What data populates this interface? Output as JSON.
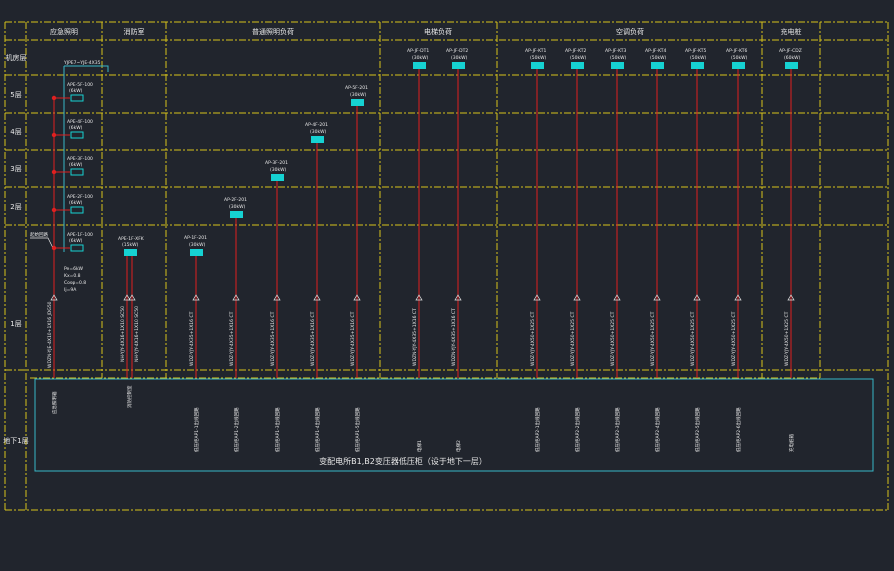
{
  "colors": {
    "background": "#21252d",
    "grid": "#d6c21a",
    "text": "#e8e8e8",
    "box": "#16d2d2",
    "line": "#e02020",
    "bus": "#37b6c8"
  },
  "columns": {
    "c1": "应急照明",
    "c2": "消防室",
    "c3": "普通照明负荷",
    "c4": "电梯负荷",
    "c5": "空调负荷",
    "c6": "充电桩"
  },
  "floors": {
    "roof": "机房层",
    "f5": "5层",
    "f4": "4层",
    "f3": "3层",
    "f2": "2层",
    "f1": "1层",
    "b1": "地下1层"
  },
  "emergency": {
    "top_label": "YJPE7~YJE-4X35",
    "start_label": "起始回路",
    "panels": [
      {
        "name": "APE-5F-100",
        "load": "(6kW)"
      },
      {
        "name": "APE-4F-100",
        "load": "(6kW)"
      },
      {
        "name": "APE-3F-100",
        "load": "(6kW)"
      },
      {
        "name": "APE-2F-100",
        "load": "(6kW)"
      },
      {
        "name": "APE-1F-100",
        "load": "(6kW)"
      }
    ],
    "params": [
      "Pe=6kW",
      "Kx=0.8",
      "Cosφ=0.8",
      "Ij=9A"
    ],
    "cable": "WDZN-YJE-4X10+1X16 JDG50",
    "end": "应急照明箱"
  },
  "fire": {
    "panel": "APE-1F-XFK",
    "load": "(15kW)",
    "cables": [
      "NH-YJY-4X16+1X10 SC50",
      "NH-YJY-4X16+1X10 SC50"
    ],
    "end": "消防控制室"
  },
  "lighting": [
    {
      "name": "AP-1F-201",
      "load": "(30kW)",
      "cable": "WDZ-YJY-4X35+1X16 CT",
      "end": "低压柜AP1-1出线回路"
    },
    {
      "name": "AP-2F-201",
      "load": "(30kW)",
      "cable": "WDZ-YJY-4X35+1X16 CT",
      "end": "低压柜AP1-2出线回路"
    },
    {
      "name": "AP-3F-201",
      "load": "(30kW)",
      "cable": "WDZ-YJY-4X35+1X16 CT",
      "end": "低压柜AP1-3出线回路"
    },
    {
      "name": "AP-4F-201",
      "load": "(30kW)",
      "cable": "WDZ-YJY-4X35+1X16 CT",
      "end": "低压柜AP1-4出线回路"
    },
    {
      "name": "AP-5F-201",
      "load": "(30kW)",
      "cable": "WDZ-YJY-4X35+1X16 CT",
      "end": "低压柜AP1-5出线回路"
    }
  ],
  "elevators": [
    {
      "name": "AP-JF-DT1",
      "load": "(30kW)",
      "cable": "WDZN-YJY-4X35+1X16 CT",
      "end": "电梯1"
    },
    {
      "name": "AP-JF-DT2",
      "load": "(30kW)",
      "cable": "WDZN-YJY-4X35+1X16 CT",
      "end": "电梯2"
    }
  ],
  "aircon": [
    {
      "name": "AP-JF-KT1",
      "load": "(50kW)",
      "cable": "WDZ-YJY-4X50+1X25 CT",
      "end": "低压柜AP2-1出线回路"
    },
    {
      "name": "AP-JF-KT2",
      "load": "(50kW)",
      "cable": "WDZ-YJY-4X50+1X25 CT",
      "end": "低压柜AP2-2出线回路"
    },
    {
      "name": "AP-JF-KT3",
      "load": "(50kW)",
      "cable": "WDZ-YJY-4X50+1X25 CT",
      "end": "低压柜AP2-3出线回路"
    },
    {
      "name": "AP-JF-KT4",
      "load": "(50kW)",
      "cable": "WDZ-YJY-4X50+1X25 CT",
      "end": "低压柜AP2-4出线回路"
    },
    {
      "name": "AP-JF-KT5",
      "load": "(50kW)",
      "cable": "WDZ-YJY-4X50+1X25 CT",
      "end": "低压柜AP2-5出线回路"
    },
    {
      "name": "AP-JF-KT6",
      "load": "(50kW)",
      "cable": "WDZ-YJY-4X50+1X25 CT",
      "end": "低压柜AP2-6出线回路"
    }
  ],
  "charger": {
    "name": "AP-JF-CDZ",
    "load": "(60kW)",
    "cable": "WDZ-YJY-4X50+1X25 CT",
    "end": "充电桩箱"
  },
  "substation_label": "变配电所B1,B2变压器低压柜（设于地下一层）"
}
